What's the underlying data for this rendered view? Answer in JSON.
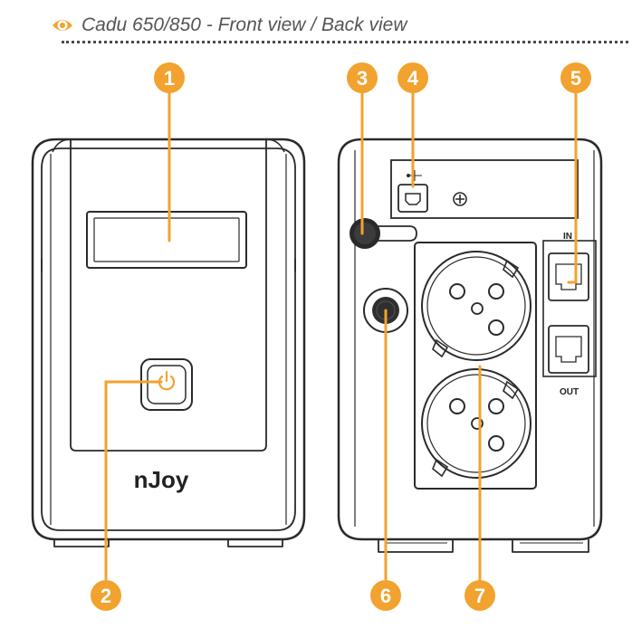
{
  "header": {
    "title": "Cadu 650/850 - Front view / Back view",
    "icon": "eye-icon"
  },
  "front": {
    "brand": "nJoy"
  },
  "back": {
    "port_in_label": "IN",
    "port_out_label": "OUT"
  },
  "callouts": [
    {
      "number": "1",
      "target": "lcd-display"
    },
    {
      "number": "2",
      "target": "power-button"
    },
    {
      "number": "3",
      "target": "power-cord"
    },
    {
      "number": "4",
      "target": "usb-port"
    },
    {
      "number": "5",
      "target": "rj45-surge-ports"
    },
    {
      "number": "6",
      "target": "fuse-holder"
    },
    {
      "number": "7",
      "target": "schuko-outlets"
    }
  ],
  "colors": {
    "accent": "#F2A22E",
    "outline": "#2a2a2a",
    "header_text": "#555555"
  }
}
